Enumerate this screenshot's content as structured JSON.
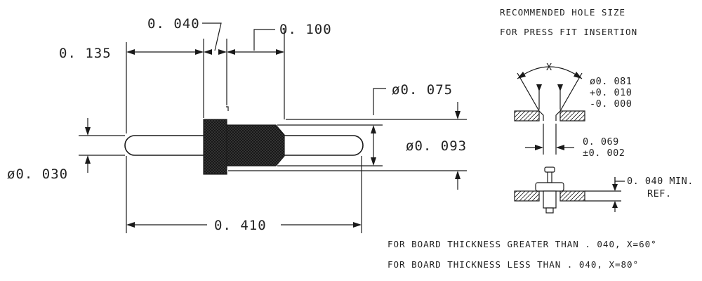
{
  "dimensions": {
    "d_040": "0. 040",
    "d_100": "0. 100",
    "d_135": "0. 135",
    "dia_075": "ø0. 075",
    "dia_093": "ø0. 093",
    "dia_030": "ø0. 030",
    "d_410": "0. 410"
  },
  "hole": {
    "title_line1": "RECOMMENDED HOLE SIZE",
    "title_line2": "FOR PRESS FIT INSERTION",
    "angle_label": "X",
    "hole_dia": "ø0. 081",
    "tol_plus": "+0. 010",
    "tol_minus": "-0. 000",
    "inner_dia": "0. 069",
    "inner_tol": "±0. 002",
    "min_ref_line1": "0. 040 MIN.",
    "min_ref_line2": "REF."
  },
  "notes": {
    "line1": "FOR BOARD THICKNESS GREATER THAN . 040, X=60°",
    "line2": "FOR BOARD THICKNESS LESS THAN . 040,  X=80°"
  },
  "colors": {
    "ink": "#1a1a1a",
    "knurl": "#3a3a3a"
  }
}
